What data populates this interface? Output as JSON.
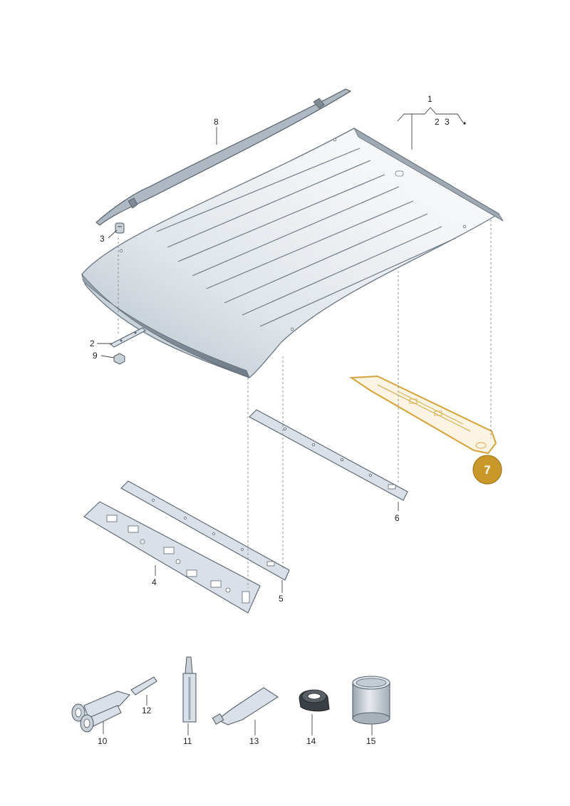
{
  "diagram": {
    "callouts": {
      "c1": "1",
      "c1_sub2": "2",
      "c1_sub3": "3",
      "c2": "2",
      "c3": "3",
      "c4": "4",
      "c5": "5",
      "c6": "6",
      "c7": "7",
      "c8": "8",
      "c9": "9",
      "c10": "10",
      "c11": "11",
      "c12": "12",
      "c13": "13",
      "c14": "14",
      "c15": "15"
    },
    "highlight": {
      "part": "7",
      "badge_color": "#c9982b",
      "outline_color": "#d6a33a",
      "fill_color": "#fbf4e2"
    },
    "colors": {
      "roof_light": "#f4f6f8",
      "roof_dark": "#b9c3cc",
      "metal": "#d9e0e7"
    }
  }
}
